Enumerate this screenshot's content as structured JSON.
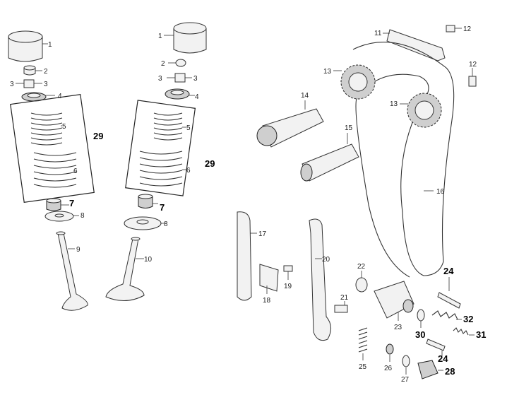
{
  "labels": {
    "l1a": "1",
    "l2a": "2",
    "l3a": "3",
    "l3b": "3",
    "l4a": "4",
    "l5a": "5",
    "l6a": "6",
    "l7a": "7",
    "l8a": "8",
    "l9": "9",
    "l29a": "29",
    "l1b": "1",
    "l2b": "2",
    "l3c": "3",
    "l3d": "3",
    "l4b": "4",
    "l5b": "5",
    "l6b": "6",
    "l7b": "7",
    "l8b": "8",
    "l10": "10",
    "l29b": "29",
    "l11": "11",
    "l12a": "12",
    "l12b": "12",
    "l13a": "13",
    "l13b": "13",
    "l14": "14",
    "l15": "15",
    "l16": "16",
    "l17": "17",
    "l18": "18",
    "l19": "19",
    "l20": "20",
    "l21": "21",
    "l22": "22",
    "l23": "23",
    "l24a": "24",
    "l24b": "24",
    "l25": "25",
    "l26": "26",
    "l27": "27",
    "l28": "28",
    "l30": "30",
    "l31": "31",
    "l32": "32"
  }
}
